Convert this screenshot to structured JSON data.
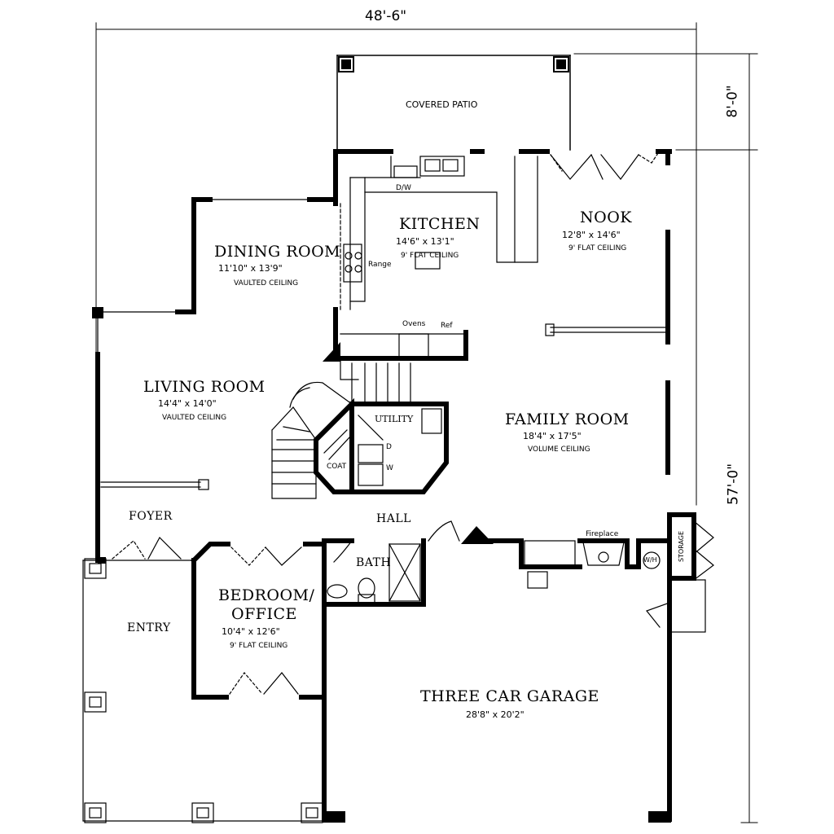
{
  "dimensions": {
    "overall_width": "48'-6\"",
    "patio_depth": "8'-0\"",
    "overall_depth": "57'-0\""
  },
  "rooms": {
    "covered_patio": {
      "name": "COVERED PATIO"
    },
    "kitchen": {
      "name": "KITCHEN",
      "size": "14'6\" x 13'1\"",
      "ceiling": "9' FLAT CEILING"
    },
    "nook": {
      "name": "NOOK",
      "size": "12'8\" x 14'6\"",
      "ceiling": "9' FLAT CEILING"
    },
    "dining_room": {
      "name": "DINING ROOM",
      "size": "11'10\" x 13'9\"",
      "ceiling": "VAULTED CEILING"
    },
    "living_room": {
      "name": "LIVING ROOM",
      "size": "14'4\" x 14'0\"",
      "ceiling": "VAULTED CEILING"
    },
    "family_room": {
      "name": "FAMILY ROOM",
      "size": "18'4\" x 17'5\"",
      "ceiling": "VOLUME CEILING"
    },
    "utility": {
      "name": "UTILITY"
    },
    "foyer": {
      "name": "FOYER"
    },
    "hall": {
      "name": "HALL"
    },
    "bath": {
      "name": "BATH"
    },
    "bedroom": {
      "name_line1": "BEDROOM/",
      "name_line2": "OFFICE",
      "size": "10'4\" x 12'6\"",
      "ceiling": "9' FLAT CEILING"
    },
    "entry": {
      "name": "ENTRY"
    },
    "garage": {
      "name": "THREE CAR GARAGE",
      "size": "28'8\" x 20'2\""
    },
    "storage": {
      "name": "STORAGE"
    }
  },
  "fixtures": {
    "dw": "D/W",
    "range": "Range",
    "ovens": "Ovens",
    "ref": "Ref",
    "coat": "COAT",
    "dryer": "D",
    "washer": "W",
    "fireplace": "Fireplace",
    "water_heater": "W/H"
  }
}
